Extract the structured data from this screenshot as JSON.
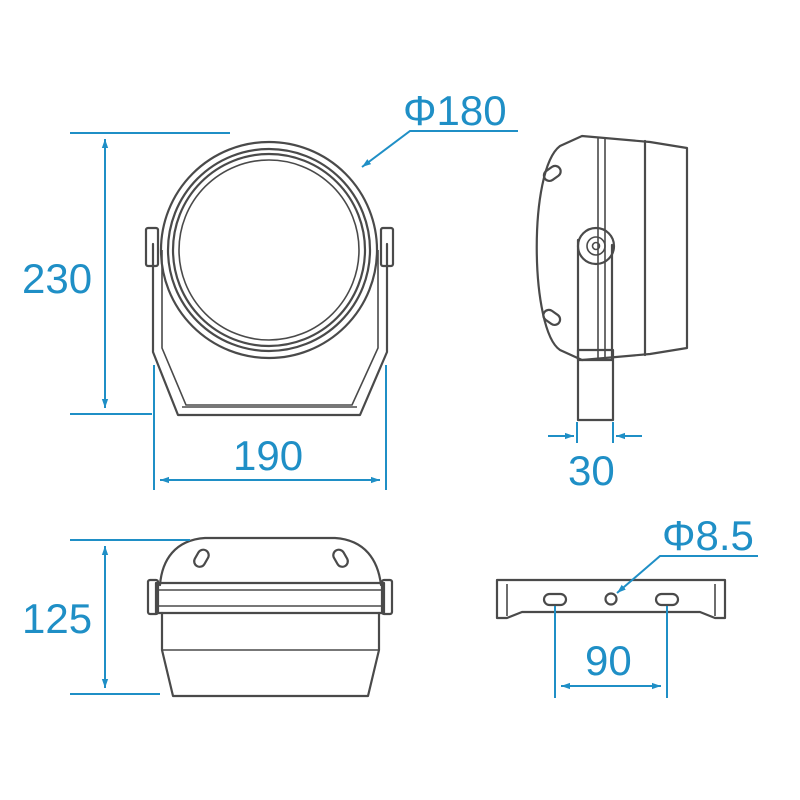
{
  "dimensions": {
    "front_diameter": "Φ180",
    "front_height": "230",
    "front_width": "190",
    "side_bracket_width": "30",
    "top_height": "125",
    "bracket_hole_diameter": "Φ8.5",
    "bracket_slot_spacing": "90"
  },
  "colors": {
    "dimension": "#1f8fc6",
    "outline": "#4a4a4a",
    "background": "#ffffff"
  }
}
